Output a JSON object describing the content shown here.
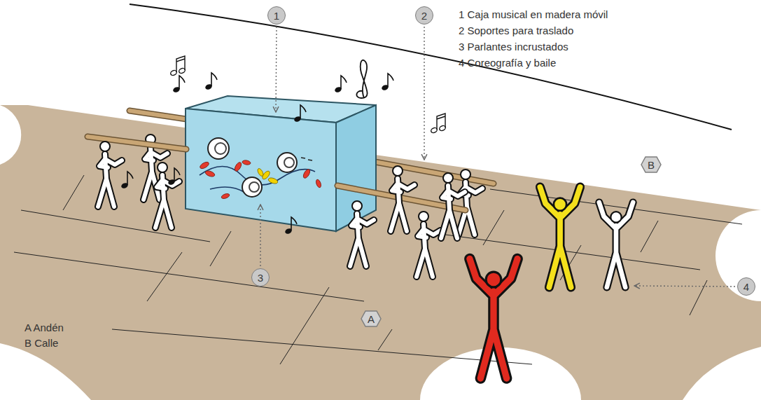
{
  "diagram": {
    "nodes": [
      {
        "text": [
          "1"
        ]
      },
      {
        "text": [
          "2"
        ]
      },
      {
        "text": [
          "B"
        ]
      },
      {
        "text": [
          "3"
        ]
      },
      {
        "text": [
          "4"
        ]
      },
      {
        "text": [
          "A"
        ]
      }
    ],
    "labels": [
      "1 Caja musical en madera móvil",
      "2 Soportes para traslado",
      "3 Parlantes incrustados",
      "4 Coreografía y baile",
      "A Andén",
      "B Calle"
    ]
  }
}
